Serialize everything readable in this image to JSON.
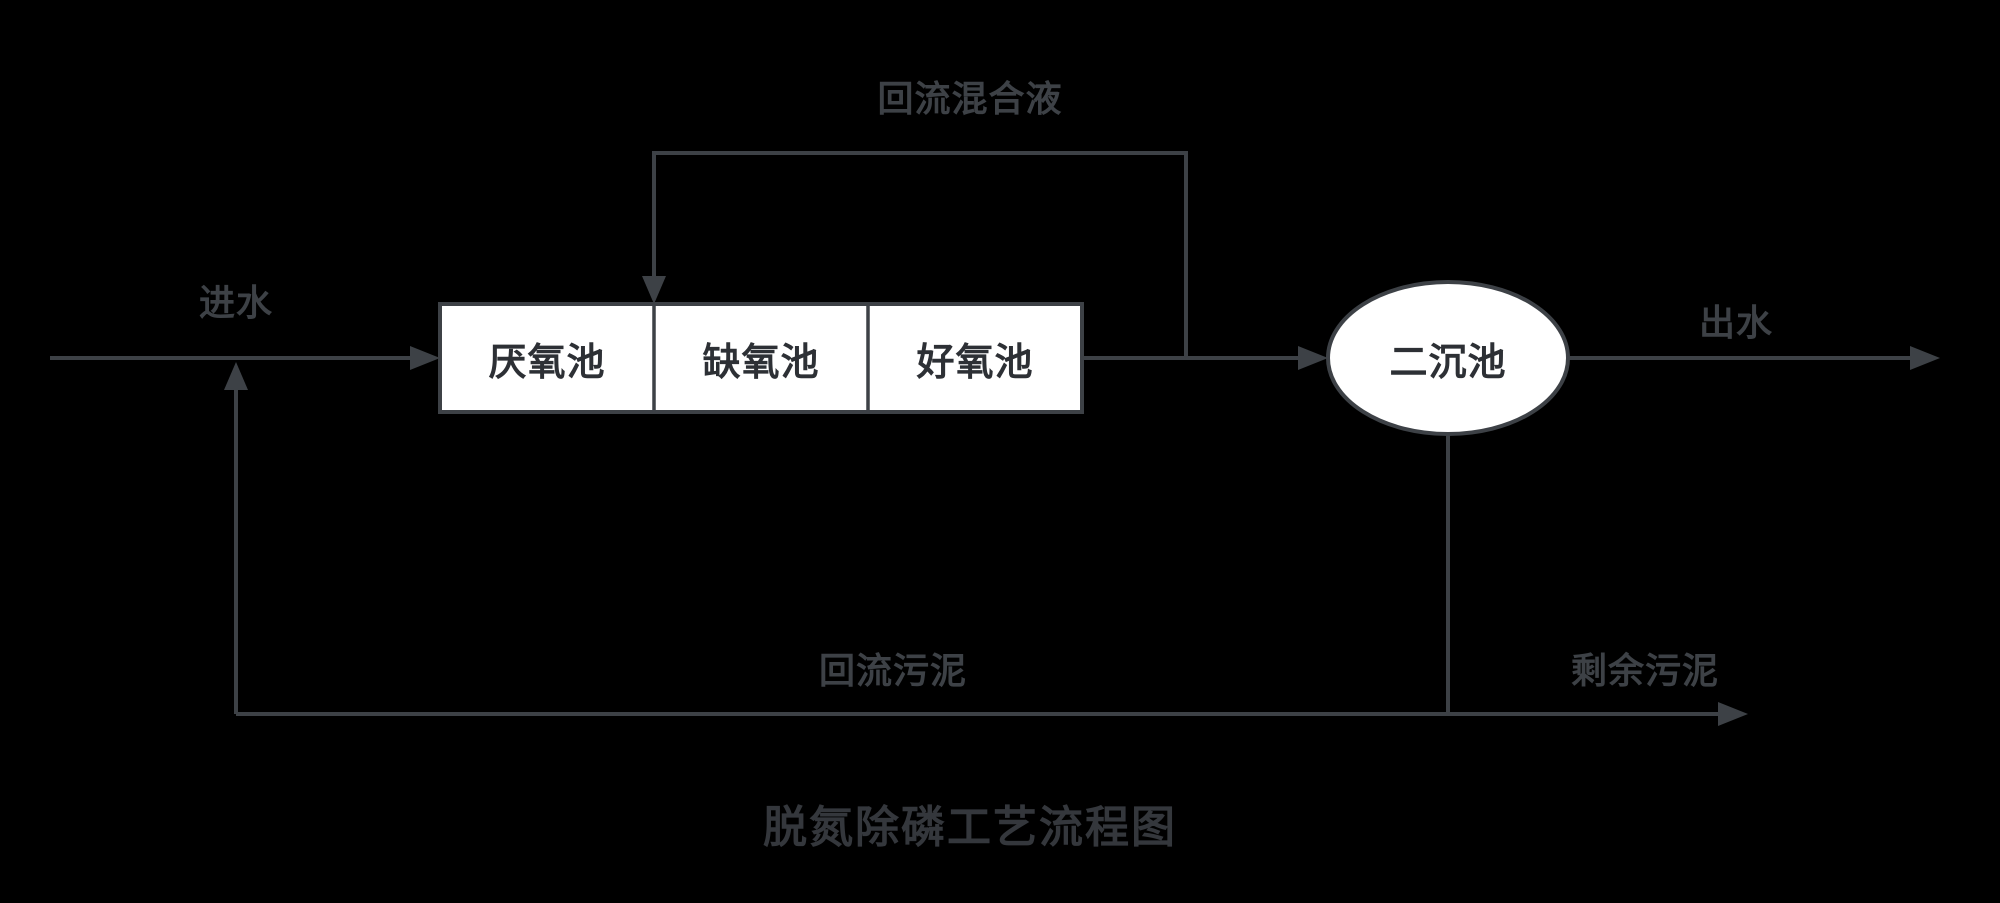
{
  "diagram": {
    "title": "脱氮除磷工艺流程图",
    "labels": {
      "influent": "进水",
      "effluent": "出水",
      "recycle_mixed_liquor": "回流混合液",
      "return_sludge": "回流污泥",
      "excess_sludge": "剩余污泥"
    },
    "tanks": [
      {
        "label": "厌氧池"
      },
      {
        "label": "缺氧池"
      },
      {
        "label": "好氧池"
      }
    ],
    "clarifier": {
      "label": "二沉池"
    },
    "colors": {
      "background": "#000000",
      "stroke": "#3d4146",
      "node_fill": "#ffffff",
      "node_text": "#2d3035",
      "label_text": "#3d4146",
      "title_text": "#34373c"
    }
  }
}
